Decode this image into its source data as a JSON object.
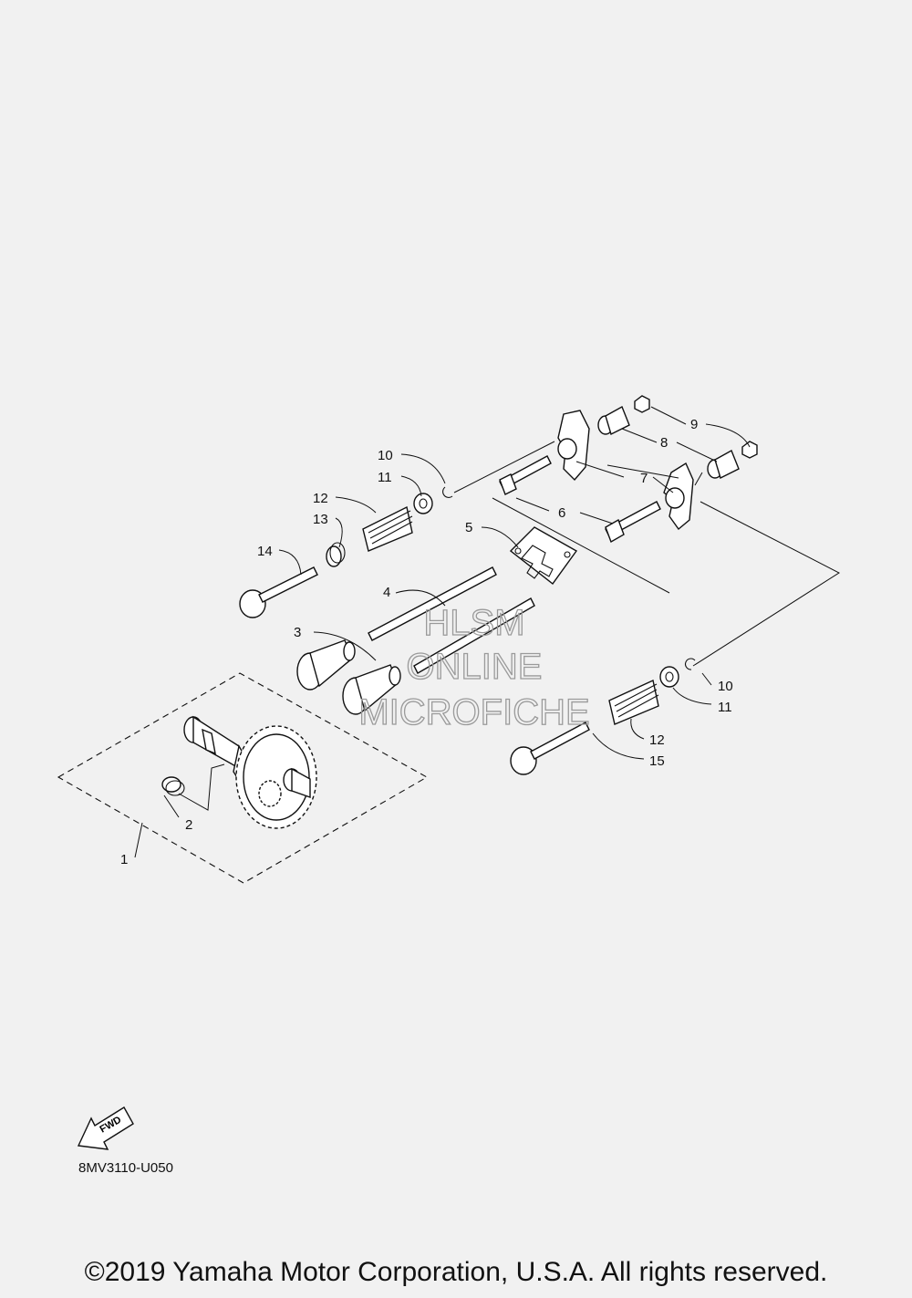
{
  "callouts": {
    "c1": "1",
    "c2": "2",
    "c3": "3",
    "c4": "4",
    "c5": "5",
    "c6": "6",
    "c7": "7",
    "c8": "8",
    "c9": "9",
    "c10a": "10",
    "c11a": "11",
    "c12a": "12",
    "c13": "13",
    "c14": "14",
    "c10b": "10",
    "c11b": "11",
    "c12b": "12",
    "c15": "15"
  },
  "watermark": {
    "line1": "HLSM",
    "line2": "ONLINE",
    "line3": "MICROFICHE"
  },
  "fwd_label": "FWD",
  "diagram_code": "8MV3110-U050",
  "copyright": "©2019 Yamaha Motor Corporation, U.S.A. All rights reserved."
}
